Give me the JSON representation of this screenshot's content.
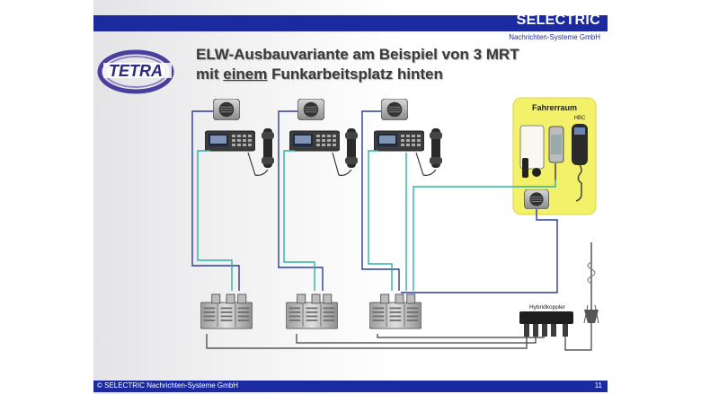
{
  "header": {
    "brand": "SELECTRIC",
    "brand_subtitle": "Nachrichten-Systeme GmbH",
    "logo_text": "TETRA"
  },
  "title": {
    "line1": "ELW-Ausbauvariante am Beispiel von 3 MRT",
    "line2_prefix": "mit ",
    "line2_underlined": "einem",
    "line2_suffix": " Funkarbeitsplatz hinten"
  },
  "diagram": {
    "fahrerraum_label": "Fahrerraum",
    "hbc_label": "HBC",
    "hybridkoppler_label": "Hybridkoppler"
  },
  "colors": {
    "bar_blue": "#1c2aa0",
    "cable_blue": "#2a3c9c",
    "cable_teal": "#2fb0a8",
    "cable_dark": "#3a3a3a",
    "fahrerraum_yellow": "#f3f06a"
  },
  "footer": {
    "copyright": "© SELECTRIC Nachrichten-Systeme GmbH",
    "page": "11"
  }
}
